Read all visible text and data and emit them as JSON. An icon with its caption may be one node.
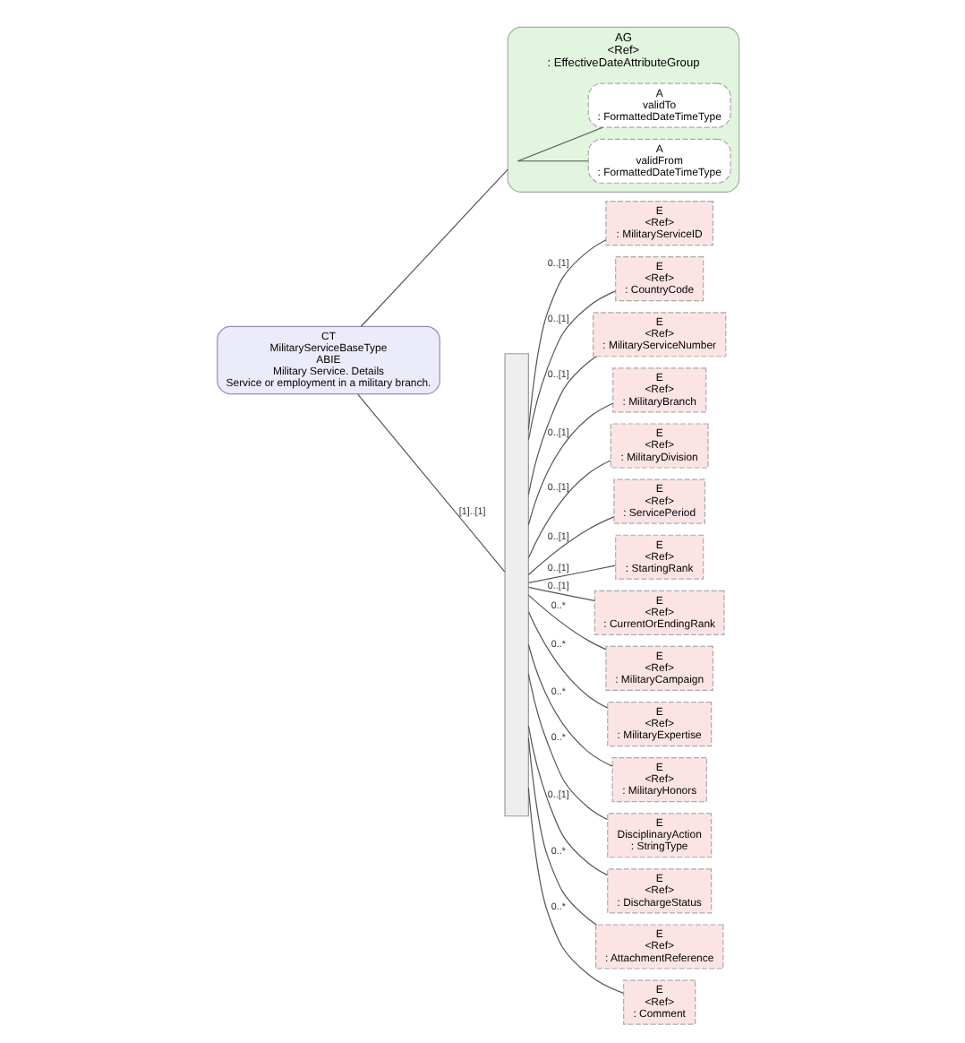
{
  "diagram": {
    "nodes": [
      {
        "text": [
          "CT",
          "MilitaryServiceBaseType",
          "ABIE",
          "Military Service. Details",
          "Service or employment in a military branch."
        ]
      },
      {
        "text": [
          "AG",
          "<Ref>",
          ": EffectiveDateAttributeGroup"
        ]
      },
      {
        "text": [
          "A",
          "validFrom",
          ": FormattedDateTimeType"
        ],
        "in": 1
      },
      {
        "text": [
          "A",
          "validTo",
          ": FormattedDateTimeType"
        ],
        "in": 1
      },
      {
        "text": [],
        "shape": "bar"
      },
      {
        "text": [
          "E",
          "<Ref>",
          ": MilitaryServiceID"
        ]
      },
      {
        "text": [
          "E",
          "<Ref>",
          ": CountryCode"
        ]
      },
      {
        "text": [
          "E",
          "<Ref>",
          ": MilitaryServiceNumber"
        ]
      },
      {
        "text": [
          "E",
          "<Ref>",
          ": MilitaryBranch"
        ]
      },
      {
        "text": [
          "E",
          "<Ref>",
          ": MilitaryDivision"
        ]
      },
      {
        "text": [
          "E",
          "<Ref>",
          ": ServicePeriod"
        ]
      },
      {
        "text": [
          "E",
          "<Ref>",
          ": StartingRank"
        ]
      },
      {
        "text": [
          "E",
          "<Ref>",
          ": CurrentOrEndingRank"
        ]
      },
      {
        "text": [
          "E",
          "<Ref>",
          ": MilitaryCampaign"
        ]
      },
      {
        "text": [
          "E",
          "<Ref>",
          ": MilitaryExpertise"
        ]
      },
      {
        "text": [
          "E",
          "<Ref>",
          ": MilitaryHonors"
        ]
      },
      {
        "text": [
          "E",
          "DisciplinaryAction",
          ": StringType"
        ]
      },
      {
        "text": [
          "E",
          "<Ref>",
          ": DischargeStatus"
        ]
      },
      {
        "text": [
          "E",
          "<Ref>",
          ": AttachmentReference"
        ]
      },
      {
        "text": [
          "E",
          "<Ref>",
          ": Comment"
        ]
      }
    ],
    "edges": [
      {
        "from": 0,
        "to": 1,
        "arrow": "none"
      },
      {
        "from": 1,
        "to": 2,
        "arrow": "none"
      },
      {
        "from": 1,
        "to": 3,
        "arrow": "none"
      },
      {
        "from": 0,
        "to": 4,
        "arrow": "none",
        "label": "[1]..[1]"
      },
      {
        "from": 4,
        "to": 5,
        "arrow": "none",
        "label": "0..[1]"
      },
      {
        "from": 4,
        "to": 6,
        "arrow": "none",
        "label": "0..[1]"
      },
      {
        "from": 4,
        "to": 7,
        "arrow": "none",
        "label": "0..[1]"
      },
      {
        "from": 4,
        "to": 8,
        "arrow": "none",
        "label": "0..[1]"
      },
      {
        "from": 4,
        "to": 9,
        "arrow": "none",
        "label": "0..[1]"
      },
      {
        "from": 4,
        "to": 10,
        "arrow": "none",
        "label": "0..[1]"
      },
      {
        "from": 4,
        "to": 11,
        "arrow": "none",
        "label": "0..[1]"
      },
      {
        "from": 4,
        "to": 12,
        "arrow": "none",
        "label": "0..[1]"
      },
      {
        "from": 4,
        "to": 13,
        "arrow": "none",
        "label": "0..*"
      },
      {
        "from": 4,
        "to": 14,
        "arrow": "none",
        "label": "0..*"
      },
      {
        "from": 4,
        "to": 15,
        "arrow": "none",
        "label": "0..*"
      },
      {
        "from": 4,
        "to": 16,
        "arrow": "none",
        "label": "0..*"
      },
      {
        "from": 4,
        "to": 17,
        "arrow": "none",
        "label": "0..[1]"
      },
      {
        "from": 4,
        "to": 18,
        "arrow": "none",
        "label": "0..*"
      },
      {
        "from": 4,
        "to": 19,
        "arrow": "none",
        "label": "0..*"
      }
    ]
  }
}
